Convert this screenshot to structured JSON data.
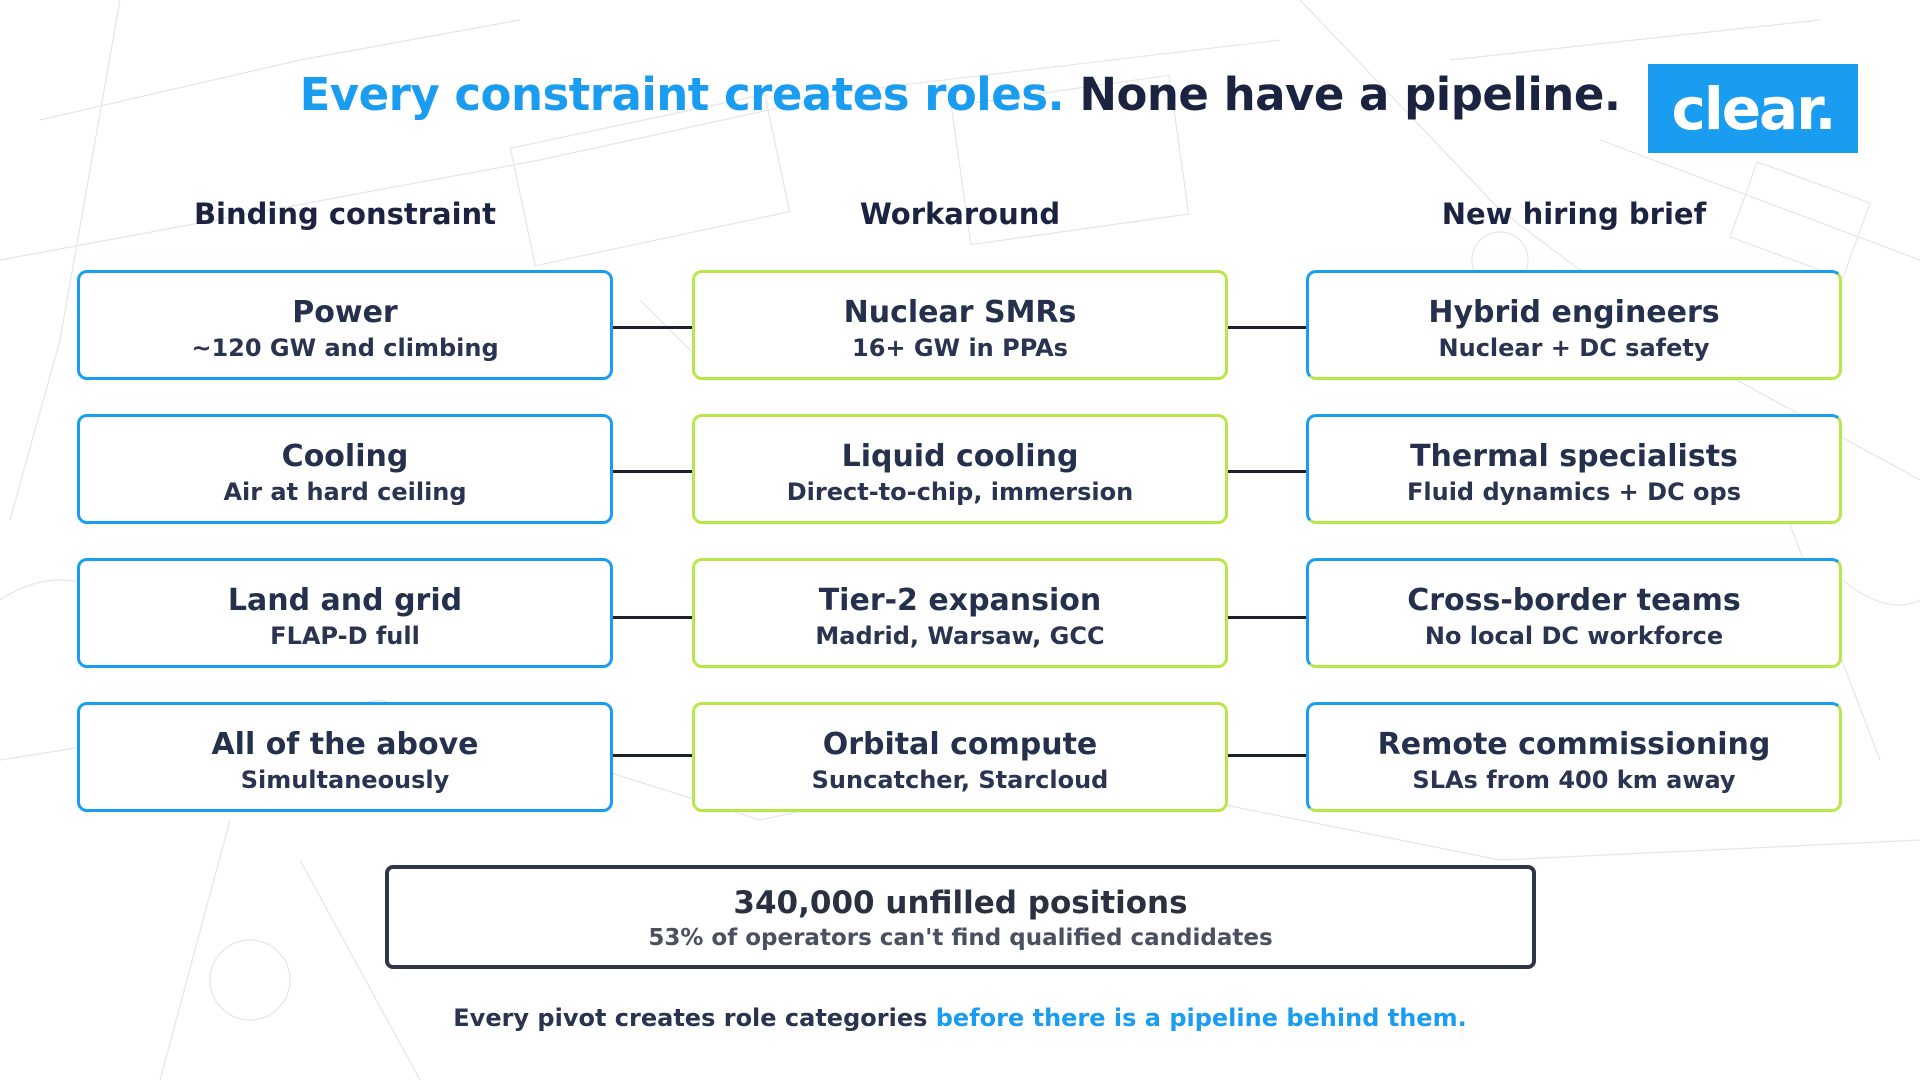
{
  "title": {
    "part1": "Every constraint creates roles.",
    "part2": "None have a pipeline."
  },
  "logo": "clear.",
  "columns": [
    "Binding constraint",
    "Workaround",
    "New hiring brief"
  ],
  "rows": [
    {
      "constraint": {
        "title": "Power",
        "sub": "~120 GW and climbing"
      },
      "workaround": {
        "title": "Nuclear SMRs",
        "sub": "16+ GW in PPAs"
      },
      "brief": {
        "title": "Hybrid engineers",
        "sub": "Nuclear + DC safety"
      }
    },
    {
      "constraint": {
        "title": "Cooling",
        "sub": "Air at hard ceiling"
      },
      "workaround": {
        "title": "Liquid cooling",
        "sub": "Direct-to-chip, immersion"
      },
      "brief": {
        "title": "Thermal specialists",
        "sub": "Fluid dynamics + DC ops"
      }
    },
    {
      "constraint": {
        "title": "Land and grid",
        "sub": "FLAP-D full"
      },
      "workaround": {
        "title": "Tier-2 expansion",
        "sub": "Madrid, Warsaw, GCC"
      },
      "brief": {
        "title": "Cross-border teams",
        "sub": "No local DC workforce"
      }
    },
    {
      "constraint": {
        "title": "All of the above",
        "sub": "Simultaneously"
      },
      "workaround": {
        "title": "Orbital compute",
        "sub": "Suncatcher, Starcloud"
      },
      "brief": {
        "title": "Remote commissioning",
        "sub": "SLAs from 400 km away"
      }
    }
  ],
  "summary": {
    "title": "340,000 unfilled positions",
    "sub": "53% of operators can't find qualified candidates"
  },
  "footer": {
    "part1": "Every pivot creates role categories ",
    "part2": "before there is a pipeline behind them."
  },
  "colors": {
    "accent_blue": "#1a9df0",
    "accent_green": "#b7e84a",
    "navy": "#1b2340"
  }
}
